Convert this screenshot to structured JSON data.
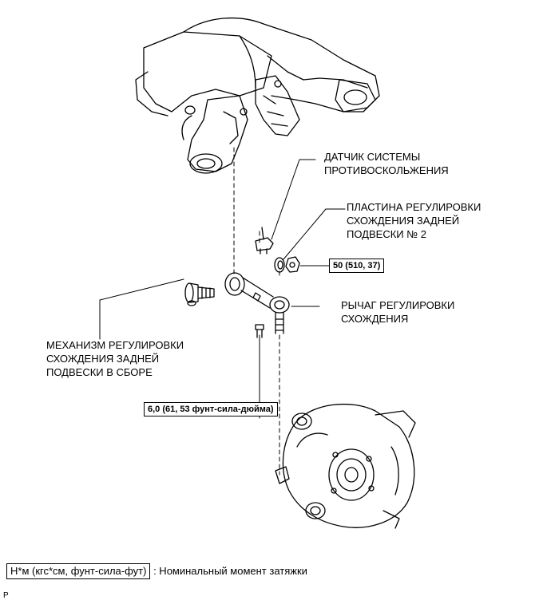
{
  "labels": {
    "abs_sensor": [
      "ДАТЧИК СИСТЕМЫ",
      "ПРОТИВОСКОЛЬЖЕНИЯ"
    ],
    "toe_plate": [
      "ПЛАСТИНА РЕГУЛИРОВКИ",
      "СХОЖДЕНИЯ ЗАДНЕЙ",
      "ПОДВЕСКИ № 2"
    ],
    "toe_arm": [
      "РЫЧАГ РЕГУЛИРОВКИ",
      "СХОЖДЕНИЯ"
    ],
    "toe_mechanism": [
      "МЕХАНИЗМ РЕГУЛИРОВКИ",
      "СХОЖДЕНИЯ ЗАДНЕЙ",
      "ПОДВЕСКИ В СБОРЕ"
    ]
  },
  "torque": {
    "nut": "50 (510, 37)",
    "bolt": "6,0 (61, 53 фунт-сила-дюйма)"
  },
  "legend": {
    "units": "Н*м (кгс*см, фунт-сила-фут)",
    "description": ": Номинальный момент затяжки"
  },
  "corner_mark": "P"
}
